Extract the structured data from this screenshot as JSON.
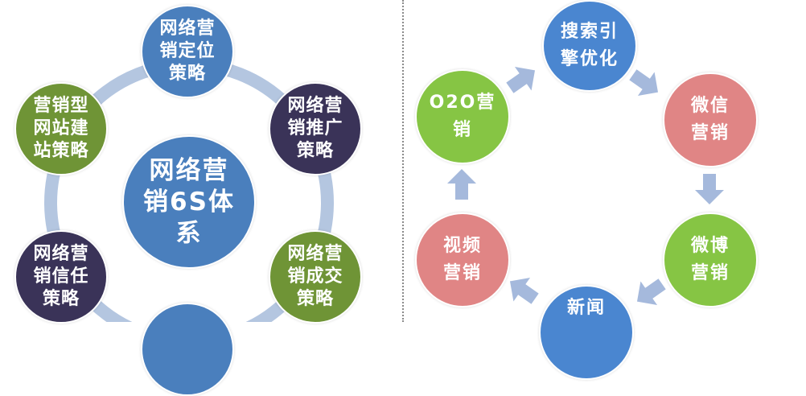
{
  "left_diagram": {
    "center": {
      "label": "网络营\n销6S体\n系",
      "color": "#4a7fbd"
    },
    "ring_color": "#b4c6e0",
    "nodes": [
      {
        "id": "top",
        "label": "网络营\n销定位\n策略",
        "color": "#4a7fbd"
      },
      {
        "id": "upper-right",
        "label": "网络营\n销推广\n策略",
        "color": "#3a3358"
      },
      {
        "id": "lower-right",
        "label": "网络营\n销成交\n策略",
        "color": "#6f9436"
      },
      {
        "id": "bottom",
        "label": "",
        "color": "#4a7fbd"
      },
      {
        "id": "lower-left",
        "label": "网络营\n销信任\n策略",
        "color": "#3a3358"
      },
      {
        "id": "upper-left",
        "label": "营销型\n网站建\n站策略",
        "color": "#6f9436"
      }
    ]
  },
  "right_diagram": {
    "arrow_color": "#a5b9dc",
    "nodes": [
      {
        "id": "seo",
        "label": "搜索引\n擎优化",
        "color": "#4a86d0"
      },
      {
        "id": "wechat",
        "label": "微信\n营销",
        "color": "#e08585"
      },
      {
        "id": "weibo",
        "label": "微博\n营销",
        "color": "#86c544"
      },
      {
        "id": "news",
        "label": "新闻",
        "color": "#4a86d0"
      },
      {
        "id": "video",
        "label": "视频\n营销",
        "color": "#e08585"
      },
      {
        "id": "o2o",
        "label": "O2O营\n销",
        "color": "#86c544"
      }
    ]
  }
}
